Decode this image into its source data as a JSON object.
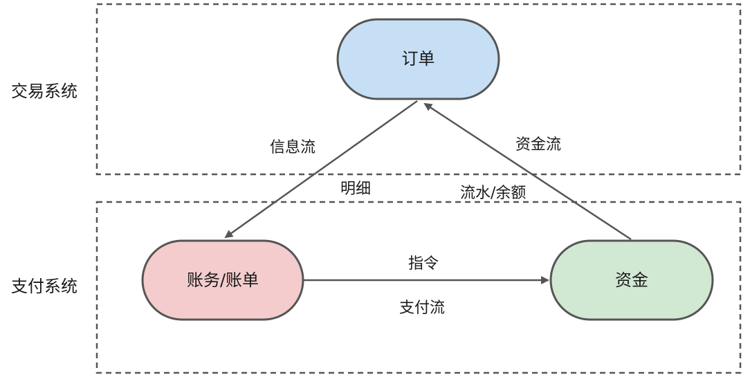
{
  "zones": {
    "trade": {
      "label": "交易系统"
    },
    "payment": {
      "label": "支付系统"
    }
  },
  "nodes": {
    "order": {
      "label": "订单",
      "fill": "#c6dff4"
    },
    "ledger": {
      "label": "账务/账单",
      "fill": "#f4cccd"
    },
    "funds": {
      "label": "资金",
      "fill": "#d1e8d3"
    }
  },
  "edges": {
    "order_to_ledger": {
      "label_top": "信息流",
      "label_bottom": "明细"
    },
    "funds_to_order": {
      "label_top": "资金流",
      "label_bottom": "流水/余额"
    },
    "ledger_to_funds": {
      "label_top": "指令",
      "label_bottom": "支付流"
    }
  },
  "colors": {
    "stroke": "#555555",
    "text": "#1a1a1a"
  }
}
